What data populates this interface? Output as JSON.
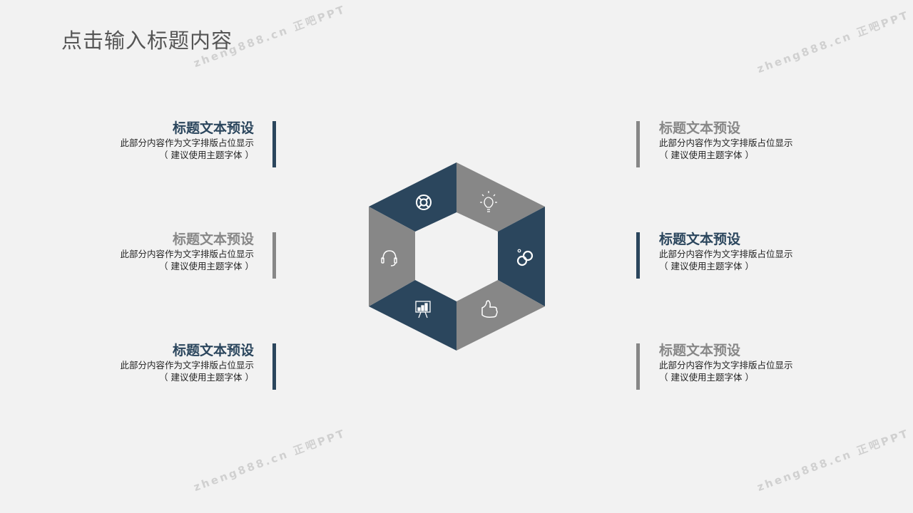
{
  "title": "点击输入标题内容",
  "watermark": "zheng888.cn 正吧PPT",
  "colors": {
    "dark": "#2b465d",
    "gray": "#878787"
  },
  "items": [
    {
      "heading": "标题文本预设",
      "line1": "此部分内容作为文字排版占位显示",
      "line2": "（ 建议使用主题字体 ）",
      "color": "dark"
    },
    {
      "heading": "标题文本预设",
      "line1": "此部分内容作为文字排版占位显示",
      "line2": "（ 建议使用主题字体 ）",
      "color": "gray"
    },
    {
      "heading": "标题文本预设",
      "line1": "此部分内容作为文字排版占位显示",
      "line2": "（ 建议使用主题字体 ）",
      "color": "dark"
    },
    {
      "heading": "标题文本预设",
      "line1": "此部分内容作为文字排版占位显示",
      "line2": "（ 建议使用主题字体 ）",
      "color": "gray"
    },
    {
      "heading": "标题文本预设",
      "line1": "此部分内容作为文字排版占位显示",
      "line2": "（ 建议使用主题字体 ）",
      "color": "dark"
    },
    {
      "heading": "标题文本预设",
      "line1": "此部分内容作为文字排版占位显示",
      "line2": "（ 建议使用主题字体 ）",
      "color": "gray"
    }
  ],
  "segments": [
    {
      "icon": "lifebuoy-icon",
      "color": "dark"
    },
    {
      "icon": "lightbulb-icon",
      "color": "gray"
    },
    {
      "icon": "rings-icon",
      "color": "dark"
    },
    {
      "icon": "thumbs-up-icon",
      "color": "gray"
    },
    {
      "icon": "presentation-chart-icon",
      "color": "dark"
    },
    {
      "icon": "headset-icon",
      "color": "gray"
    }
  ]
}
